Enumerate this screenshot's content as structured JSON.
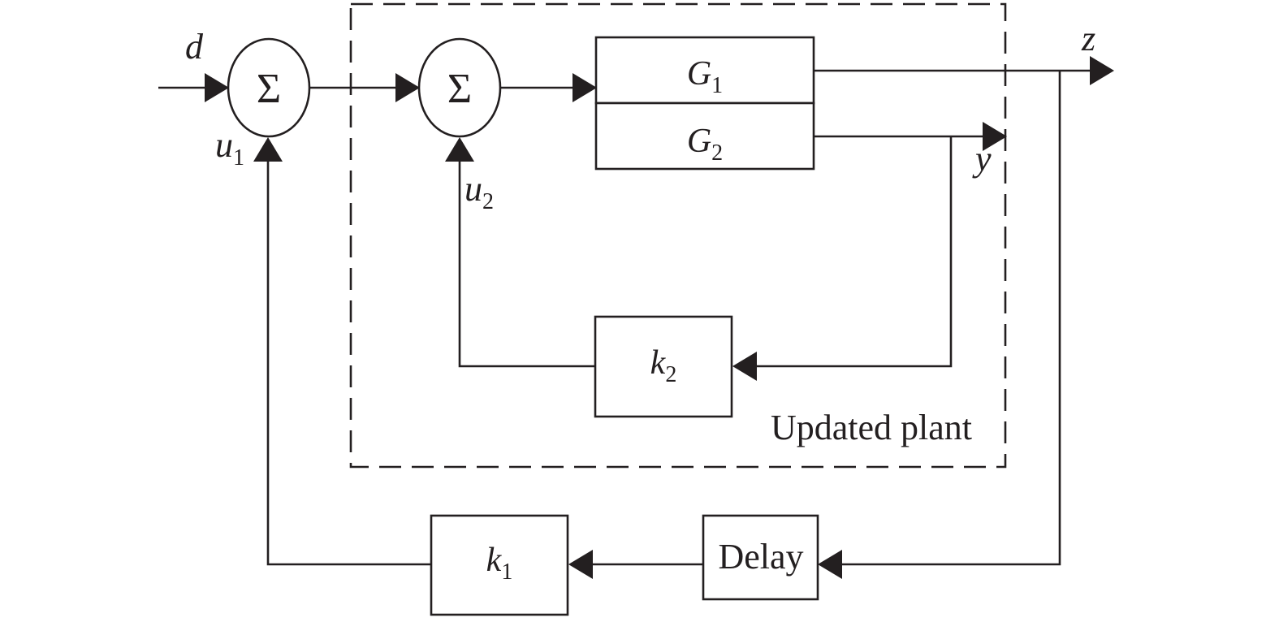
{
  "diagram": {
    "summing_junctions": [
      {
        "symbol": "Σ"
      },
      {
        "symbol": "Σ"
      }
    ],
    "signals": {
      "d": "d",
      "z": "z",
      "y": "y",
      "u1": {
        "base": "u",
        "sub": "1"
      },
      "u2": {
        "base": "u",
        "sub": "2"
      }
    },
    "blocks": {
      "g1": {
        "base": "G",
        "sub": "1"
      },
      "g2": {
        "base": "G",
        "sub": "2"
      },
      "k2": {
        "base": "k",
        "sub": "2"
      },
      "k1": {
        "base": "k",
        "sub": "1"
      },
      "delay": "Delay"
    },
    "region_label": "Updated plant",
    "colors": {
      "stroke": "#231f20",
      "background": "#ffffff"
    }
  }
}
